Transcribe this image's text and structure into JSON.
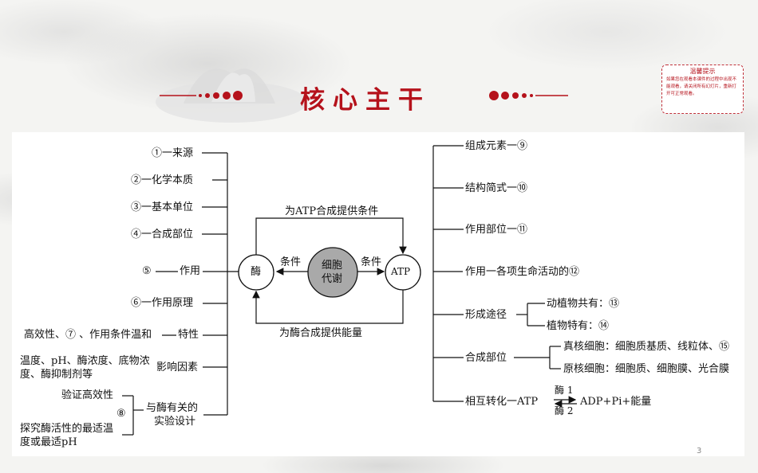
{
  "title": "核心主干",
  "tip": {
    "title": "温馨提示",
    "body": "如果您在观看本课件的过程中出现不能观看，请关闭所有幻灯片，重新打开可正常观看。"
  },
  "center": {
    "line1": "细胞",
    "line2": "代谢"
  },
  "enzyme": "酶",
  "atp": "ATP",
  "arrows": {
    "top": "为ATP合成提供条件",
    "bottom": "为酶合成提供能量",
    "left": "条件",
    "right": "条件"
  },
  "left": {
    "source": "①一来源",
    "essence": "②一化学本质",
    "unit": "③一基本单位",
    "site": "④一合成部位",
    "function_num": "⑤",
    "function_label": "作用",
    "principle": "⑥一作用原理",
    "traits_pre": "高效性、⑦ 、作用条件温和",
    "traits_label": "特性",
    "factors_line1": "温度、pH、酶浓度、底物浓",
    "factors_line2": "度、酶抑制剂等",
    "factors_label": "影响因素",
    "verify": "验证高效性",
    "num8": "⑧",
    "explore_line1": "探究酶活性的最适温",
    "explore_line2": "度或最适pH",
    "design_line1": "与酶有关的",
    "design_line2": "实验设计"
  },
  "right": {
    "elements": "组成元素一⑨",
    "structure": "结构简式一⑩",
    "site": "作用部位一⑪",
    "function": "作用一各项生命活动的⑫",
    "pathway": "形成途径",
    "both": "动植物共有：⑬",
    "plant": "植物特有：⑭",
    "synth_site": "合成部位",
    "eukaryote": "真核细胞：细胞质基质、线粒体、⑮",
    "prokaryote": "原核细胞：细胞质、细胞膜、光合膜",
    "convert": "相互转化一ATP",
    "enzyme1": "酶 1",
    "enzyme2": "酶 2",
    "products": "ADP+Pi+能量"
  },
  "page_number": "3"
}
